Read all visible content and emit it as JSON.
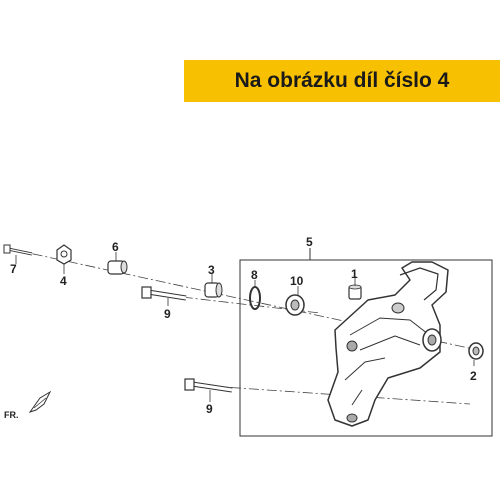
{
  "banner": {
    "text": "Na obrázku díl číslo 4",
    "bg_color": "#f7c000",
    "text_color": "#1a1a1a"
  },
  "diagram": {
    "front_marker": "FR.",
    "callouts": [
      {
        "id": "p1",
        "label": "1"
      },
      {
        "id": "p2",
        "label": "2"
      },
      {
        "id": "p3",
        "label": "3"
      },
      {
        "id": "p4",
        "label": "4"
      },
      {
        "id": "p5",
        "label": "5"
      },
      {
        "id": "p6",
        "label": "6"
      },
      {
        "id": "p7",
        "label": "7"
      },
      {
        "id": "p8",
        "label": "8"
      },
      {
        "id": "p9a",
        "label": "9"
      },
      {
        "id": "p9b",
        "label": "9"
      },
      {
        "id": "p10",
        "label": "10"
      }
    ]
  }
}
